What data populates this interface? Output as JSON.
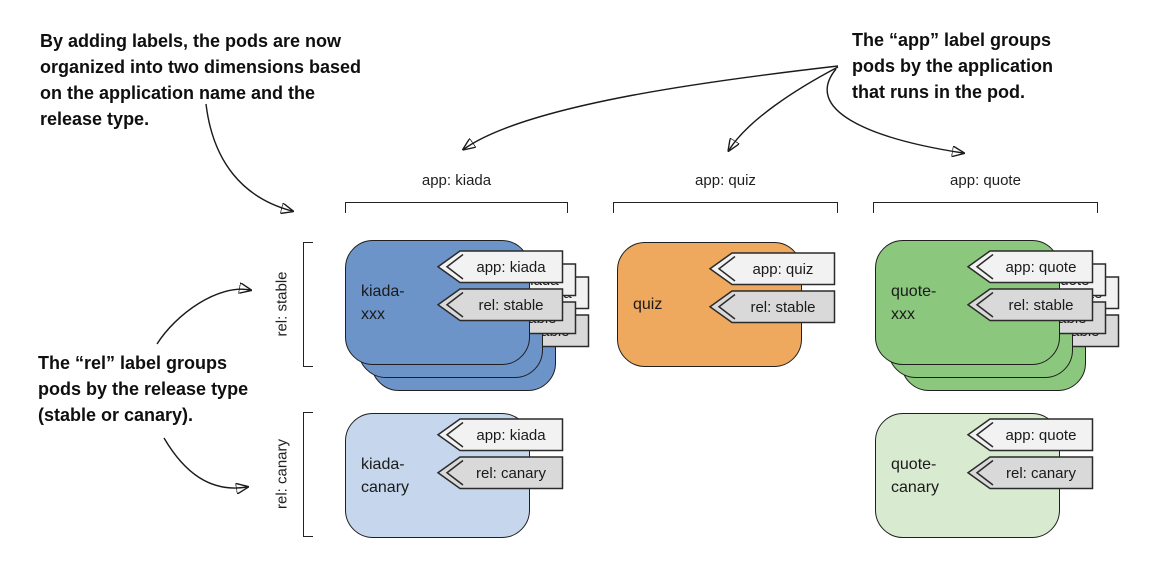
{
  "annotations": {
    "top_left": {
      "lines": [
        "By adding labels, the pods are now",
        "organized into two dimensions based",
        "on the application name and the",
        "release type."
      ]
    },
    "top_right": {
      "lines": [
        "The “app” label groups",
        "pods by the application",
        "that runs in the pod."
      ]
    },
    "mid_left": {
      "lines": [
        "The “rel” label groups",
        "pods by the release type",
        "(stable or canary)."
      ]
    }
  },
  "columns": [
    {
      "header": "app: kiada"
    },
    {
      "header": "app: quiz"
    },
    {
      "header": "app: quote"
    }
  ],
  "rows": [
    {
      "label": "rel: stable"
    },
    {
      "label": "rel: canary"
    }
  ],
  "pods": {
    "kiada_stable": {
      "name_lines": [
        "kiada-",
        "xxx"
      ],
      "labels": {
        "app": "app: kiada",
        "rel": "rel: stable"
      },
      "stacked_shapes": 3
    },
    "quiz_stable": {
      "name_lines": [
        "quiz"
      ],
      "labels": {
        "app": "app: quiz",
        "rel": "rel: stable"
      },
      "stacked_shapes": 1
    },
    "quote_stable": {
      "name_lines": [
        "quote-",
        "xxx"
      ],
      "labels": {
        "app": "app: quote",
        "rel": "rel: stable"
      },
      "stacked_shapes": 3
    },
    "kiada_canary": {
      "name_lines": [
        "kiada-",
        "canary"
      ],
      "labels": {
        "app": "app: kiada",
        "rel": "rel: canary"
      },
      "stacked_shapes": 1
    },
    "quote_canary": {
      "name_lines": [
        "quote-",
        "canary"
      ],
      "labels": {
        "app": "app: quote",
        "rel": "rel: canary"
      },
      "stacked_shapes": 1
    }
  },
  "colors": {
    "pod_kiada_stable": "#6D94C9",
    "pod_kiada_canary": "#C5D6ED",
    "pod_quiz": "#EFA95E",
    "pod_quote_stable": "#8BC77D",
    "pod_quote_canary": "#D8EACF",
    "tag_app": "#F2F2F2",
    "tag_rel": "#D9D9D9",
    "stroke": "#1A1A1A"
  }
}
